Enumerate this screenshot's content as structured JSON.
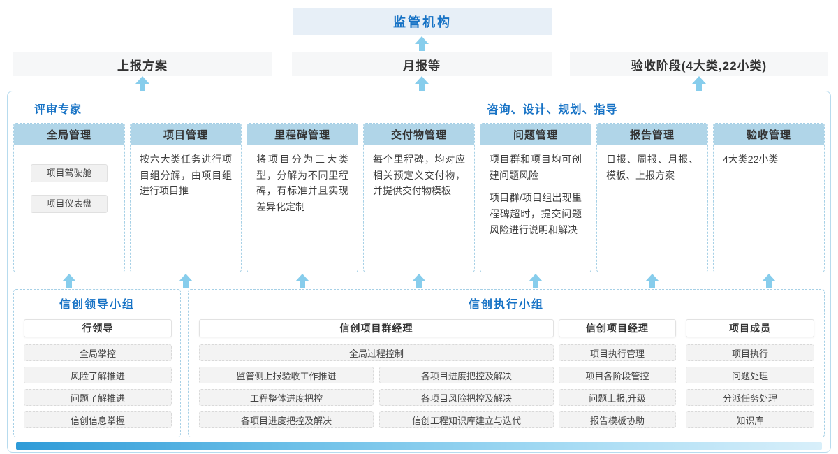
{
  "top": {
    "regulator_label": "监管机构",
    "report_boxes": [
      {
        "label": "上报方案"
      },
      {
        "label": "月报等"
      },
      {
        "label": "验收阶段(4大类,22小类)"
      }
    ]
  },
  "review": {
    "left_title": "评审专家",
    "right_title": "咨询、设计、规划、指导"
  },
  "modules": [
    {
      "header": "全局管理",
      "chips": [
        "项目驾驶舱",
        "项目仪表盘"
      ]
    },
    {
      "header": "项目管理",
      "paras": [
        "按六大类任务进行项目组分解，由项目组进行项目推"
      ]
    },
    {
      "header": "里程碑管理",
      "paras": [
        "将项目分为三大类型，分解为不同里程碑，有标准并且实现差异化定制"
      ]
    },
    {
      "header": "交付物管理",
      "paras": [
        "每个里程碑，均对应相关预定义交付物，并提供交付物模板"
      ]
    },
    {
      "header": "问题管理",
      "paras": [
        "项目群和项目均可创建问题风险",
        "项目群/项目组出现里程碑超时，提交问题风险进行说明和解决"
      ]
    },
    {
      "header": "报告管理",
      "paras": [
        "日报、周报、月报、模板、上报方案"
      ]
    },
    {
      "header": "验收管理",
      "paras": [
        "4大类22小类"
      ]
    }
  ],
  "leader_group": {
    "title": "信创领导小组",
    "role": "行领导",
    "items": [
      "全局掌控",
      "风险了解推进",
      "问题了解推进",
      "信创信息掌握"
    ]
  },
  "exec_group": {
    "title": "信创执行小组",
    "pgm": {
      "role": "信创项目群经理",
      "full_item": "全局过程控制",
      "left_items": [
        "监管侧上报验收工作推进",
        "工程整体进度把控",
        "各项目进度把控及解决"
      ],
      "right_items": [
        "各项目进度把控及解决",
        "各项目风险把控及解决",
        "信创工程知识库建立与迭代"
      ]
    },
    "pm": {
      "role": "信创项目经理",
      "items": [
        "项目执行管理",
        "项目各阶段管控",
        "问题上报,升级",
        "报告模板协助"
      ]
    },
    "member": {
      "role": "项目成员",
      "items": [
        "项目执行",
        "问题处理",
        "分派任务处理",
        "知识库"
      ]
    }
  },
  "colors": {
    "accent_blue": "#1672c5",
    "module_header_bg": "#b0d5e8",
    "arrow": "#87cdec"
  }
}
